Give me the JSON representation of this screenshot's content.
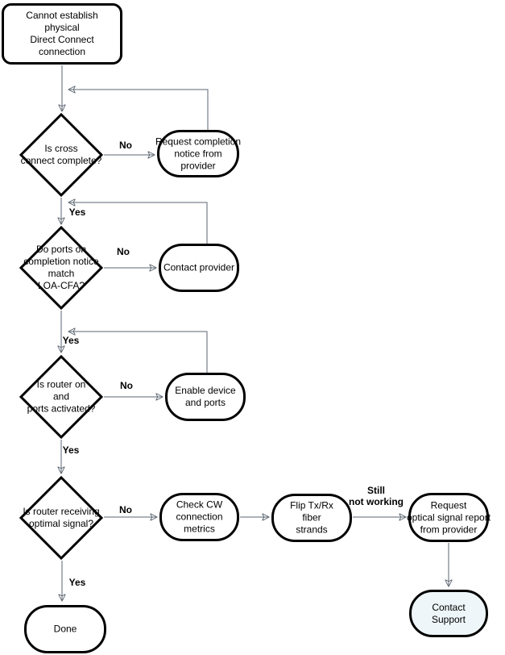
{
  "flowchart": {
    "nodes": {
      "start": {
        "text": "Cannot establish\nphysical\nDirect Connect\nconnection"
      },
      "cross_connect": {
        "text": "Is cross\nconnect complete?"
      },
      "request_completion": {
        "text": "Request completion\nnotice from\nprovider"
      },
      "ports_match": {
        "text": "Do ports on\ncompletion notice\nmatch\nLOA-CFA?"
      },
      "contact_provider": {
        "text": "Contact provider"
      },
      "router_on": {
        "text": "Is router on\nand\nports activated?"
      },
      "enable_device": {
        "text": "Enable device\nand ports"
      },
      "optimal_signal": {
        "text": "Is router receiving\noptimal signal?"
      },
      "check_cw": {
        "text": "Check CW\nconnection\nmetrics"
      },
      "flip_fiber": {
        "text": "Flip Tx/Rx\nfiber\nstrands"
      },
      "request_optical": {
        "text": "Request\noptical signal report\nfrom provider"
      },
      "contact_support": {
        "text": "Contact\nSupport"
      },
      "done": {
        "text": "Done"
      }
    },
    "edge_labels": {
      "no1": "No",
      "yes1": "Yes",
      "no2": "No",
      "yes2": "Yes",
      "no3": "No",
      "yes3": "Yes",
      "no4": "No",
      "yes4": "Yes",
      "still_not_working": "Still\nnot working"
    },
    "colors": {
      "background": "#ffffff",
      "node_border": "#000000",
      "node_fill": "#ffffff",
      "contact_support_fill": "#eef6f9",
      "edge_line": "#5b6570",
      "arrowhead": "#3d4852",
      "text": "#000000"
    }
  }
}
